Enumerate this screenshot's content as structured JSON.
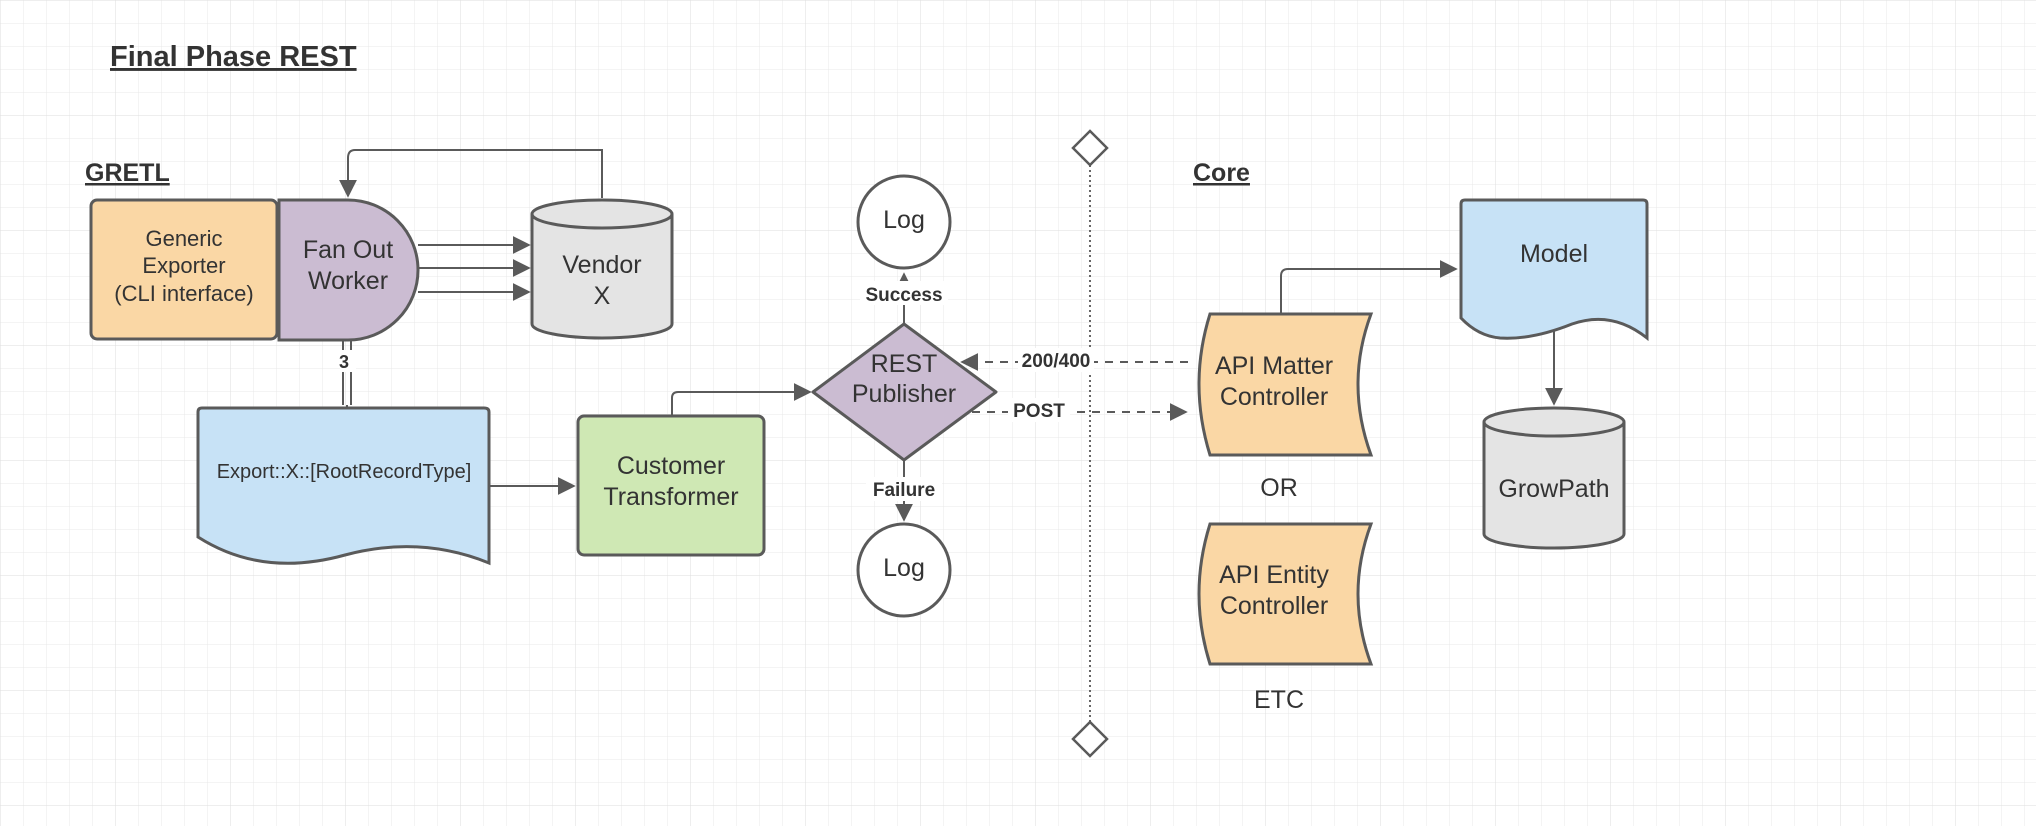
{
  "title": "Final Phase REST",
  "sections": {
    "left": "GRETL",
    "right": "Core"
  },
  "colors": {
    "orange": "#fad7a5",
    "purple": "#cbbcd2",
    "gray": "#e4e4e4",
    "blue": "#c7e2f6",
    "green": "#cfe8b4",
    "white": "#ffffff",
    "stroke": "#5a5a5a",
    "grid": "#e8e8e8"
  },
  "nodes": {
    "generic_exporter": {
      "lines": [
        "Generic",
        "Exporter",
        "(CLI interface)"
      ]
    },
    "fan_out_worker": {
      "lines": [
        "Fan Out",
        "Worker"
      ]
    },
    "vendor_x": {
      "lines": [
        "Vendor",
        "X"
      ]
    },
    "export_doc": {
      "lines": [
        "Export::X::[RootRecordType]"
      ]
    },
    "customer_transformer": {
      "lines": [
        "Customer",
        "Transformer"
      ]
    },
    "rest_publisher": {
      "lines": [
        "REST",
        "Publisher"
      ]
    },
    "log_top": {
      "lines": [
        "Log"
      ]
    },
    "log_bottom": {
      "lines": [
        "Log"
      ]
    },
    "api_matter_controller": {
      "lines": [
        "API Matter",
        "Controller"
      ]
    },
    "api_entity_controller": {
      "lines": [
        "API Entity",
        "Controller"
      ]
    },
    "model": {
      "lines": [
        "Model"
      ]
    },
    "growpath": {
      "lines": [
        "GrowPath"
      ]
    }
  },
  "labels": {
    "or": "OR",
    "etc": "ETC",
    "success": "Success",
    "failure": "Failure",
    "status_codes": "200/400",
    "post": "POST",
    "count": "3"
  }
}
